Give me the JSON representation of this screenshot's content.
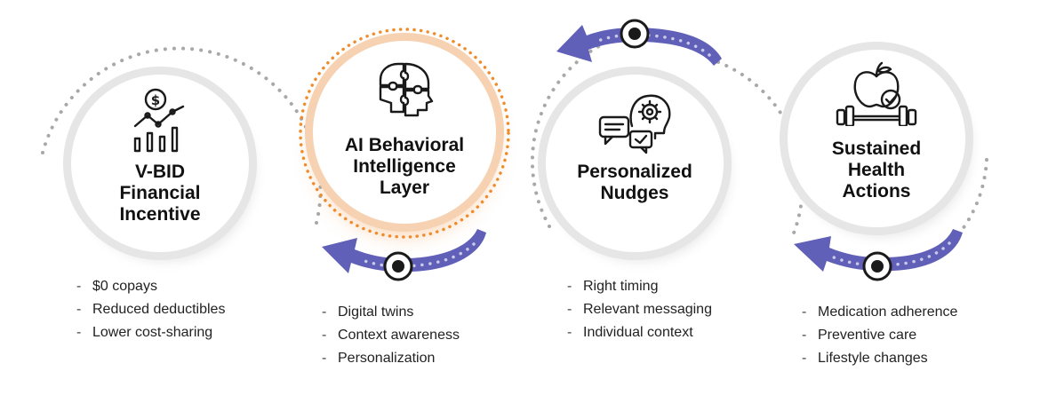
{
  "colors": {
    "accent_purple": "#6160b8",
    "accent_orange": "#f08c2c",
    "dots_gray": "#a8a8a8",
    "text": "#111111"
  },
  "steps": [
    {
      "id": "vbid",
      "title_lines": [
        "V-BID",
        "Financial",
        "Incentive"
      ],
      "icon": "dollar-chart-icon",
      "bullets": [
        "$0 copays",
        "Reduced deductibles",
        "Lower cost-sharing"
      ]
    },
    {
      "id": "ai",
      "title_lines": [
        "AI Behavioral",
        "Intelligence",
        "Layer"
      ],
      "icon": "puzzle-head-icon",
      "bullets": [
        "Digital twins",
        "Context awareness",
        "Personalization"
      ]
    },
    {
      "id": "nudges",
      "title_lines": [
        "Personalized",
        "Nudges"
      ],
      "icon": "chat-gear-head-icon",
      "bullets": [
        "Right timing",
        "Relevant messaging",
        "Individual context"
      ]
    },
    {
      "id": "health",
      "title_lines": [
        "Sustained",
        "Health",
        "Actions"
      ],
      "icon": "apple-dumbbell-icon",
      "bullets": [
        "Medication adherence",
        "Preventive care",
        "Lifestyle changes"
      ]
    }
  ]
}
